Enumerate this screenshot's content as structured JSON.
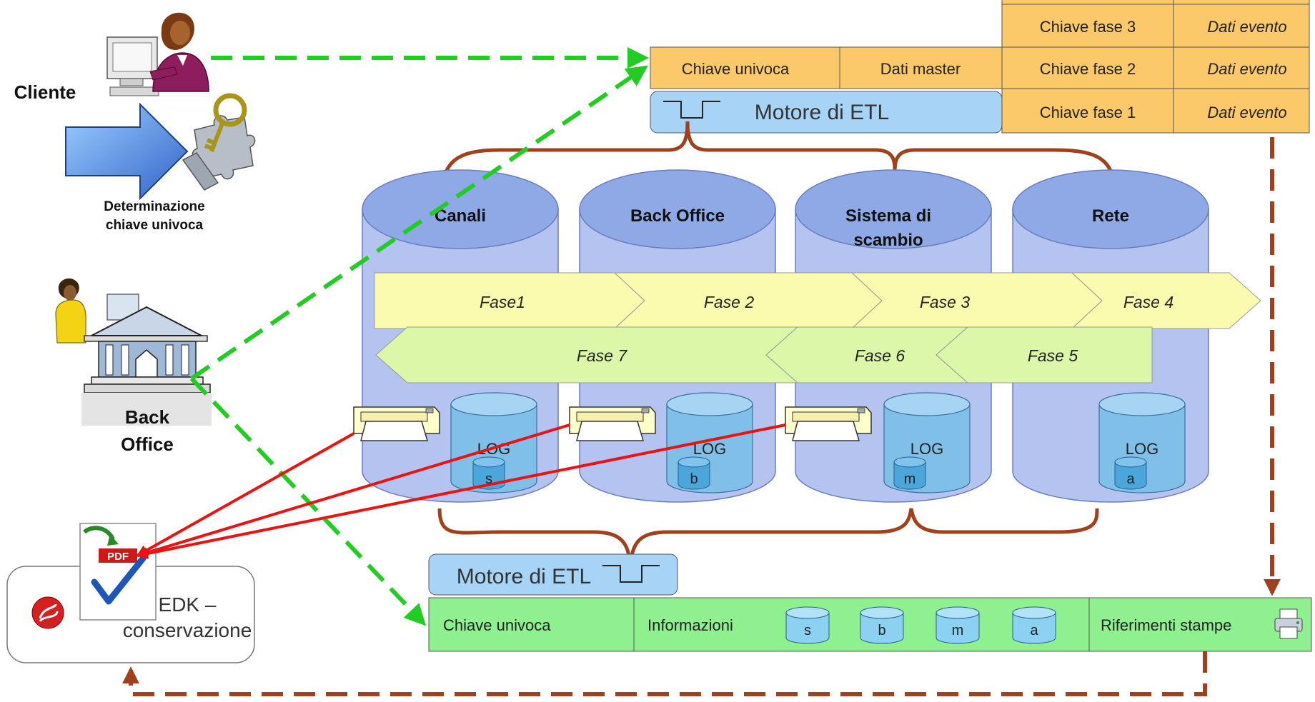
{
  "left": {
    "cliente": "Cliente",
    "determinazione_line1": "Determinazione",
    "determinazione_line2": "chiave univoca",
    "backoffice_line1": "Back",
    "backoffice_line2": "Office",
    "edk_line1": "EDK –",
    "edk_line2": "conservazione",
    "pdf_label": "PDF"
  },
  "top_table": {
    "chiave_univoca": "Chiave univoca",
    "dati_master": "Dati master",
    "rows": [
      {
        "key": "Chiave fase 3",
        "value": "Dati evento"
      },
      {
        "key": "Chiave fase 2",
        "value": "Dati evento"
      },
      {
        "key": "Chiave fase 1",
        "value": "Dati evento"
      }
    ],
    "colors": {
      "orange": "#fcc96a",
      "border": "#555555"
    }
  },
  "etl_top": "Motore di ETL",
  "etl_bottom": "Motore di ETL",
  "systems": [
    {
      "title1": "Canali",
      "title2": "",
      "log": "LOG",
      "sub": "s"
    },
    {
      "title1": "Back Office",
      "title2": "",
      "log": "LOG",
      "sub": "b"
    },
    {
      "title1": "Sistema  di",
      "title2": "scambio",
      "log": "LOG",
      "sub": "m"
    },
    {
      "title1": "Rete",
      "title2": "",
      "log": "LOG",
      "sub": "a"
    }
  ],
  "phases_forward": [
    "Fase1",
    "Fase 2",
    "Fase  3",
    "Fase 4"
  ],
  "phases_backward": [
    "Fase 7",
    "Fase 6",
    "Fase 5"
  ],
  "bottom_table": {
    "chiave_univoca": "Chiave univoca",
    "informazioni": "Informazioni",
    "items": [
      "s",
      "b",
      "m",
      "a"
    ],
    "riferimenti": "Riferimenti stampe"
  },
  "colors": {
    "cylinder_body": "#b4c3ef",
    "cylinder_top": "#8fa8e6",
    "log_db": "#7fbfe8",
    "arrow_yellow": "#fbfbb0",
    "arrow_green": "#dcf7a8",
    "etl_blue": "#a7d3f7",
    "bottom_green": "#8ef08e",
    "brace_brown": "#a0401c",
    "dash_green": "#22cc22",
    "dash_brown": "#a0401c",
    "red_line": "#ee1111"
  }
}
